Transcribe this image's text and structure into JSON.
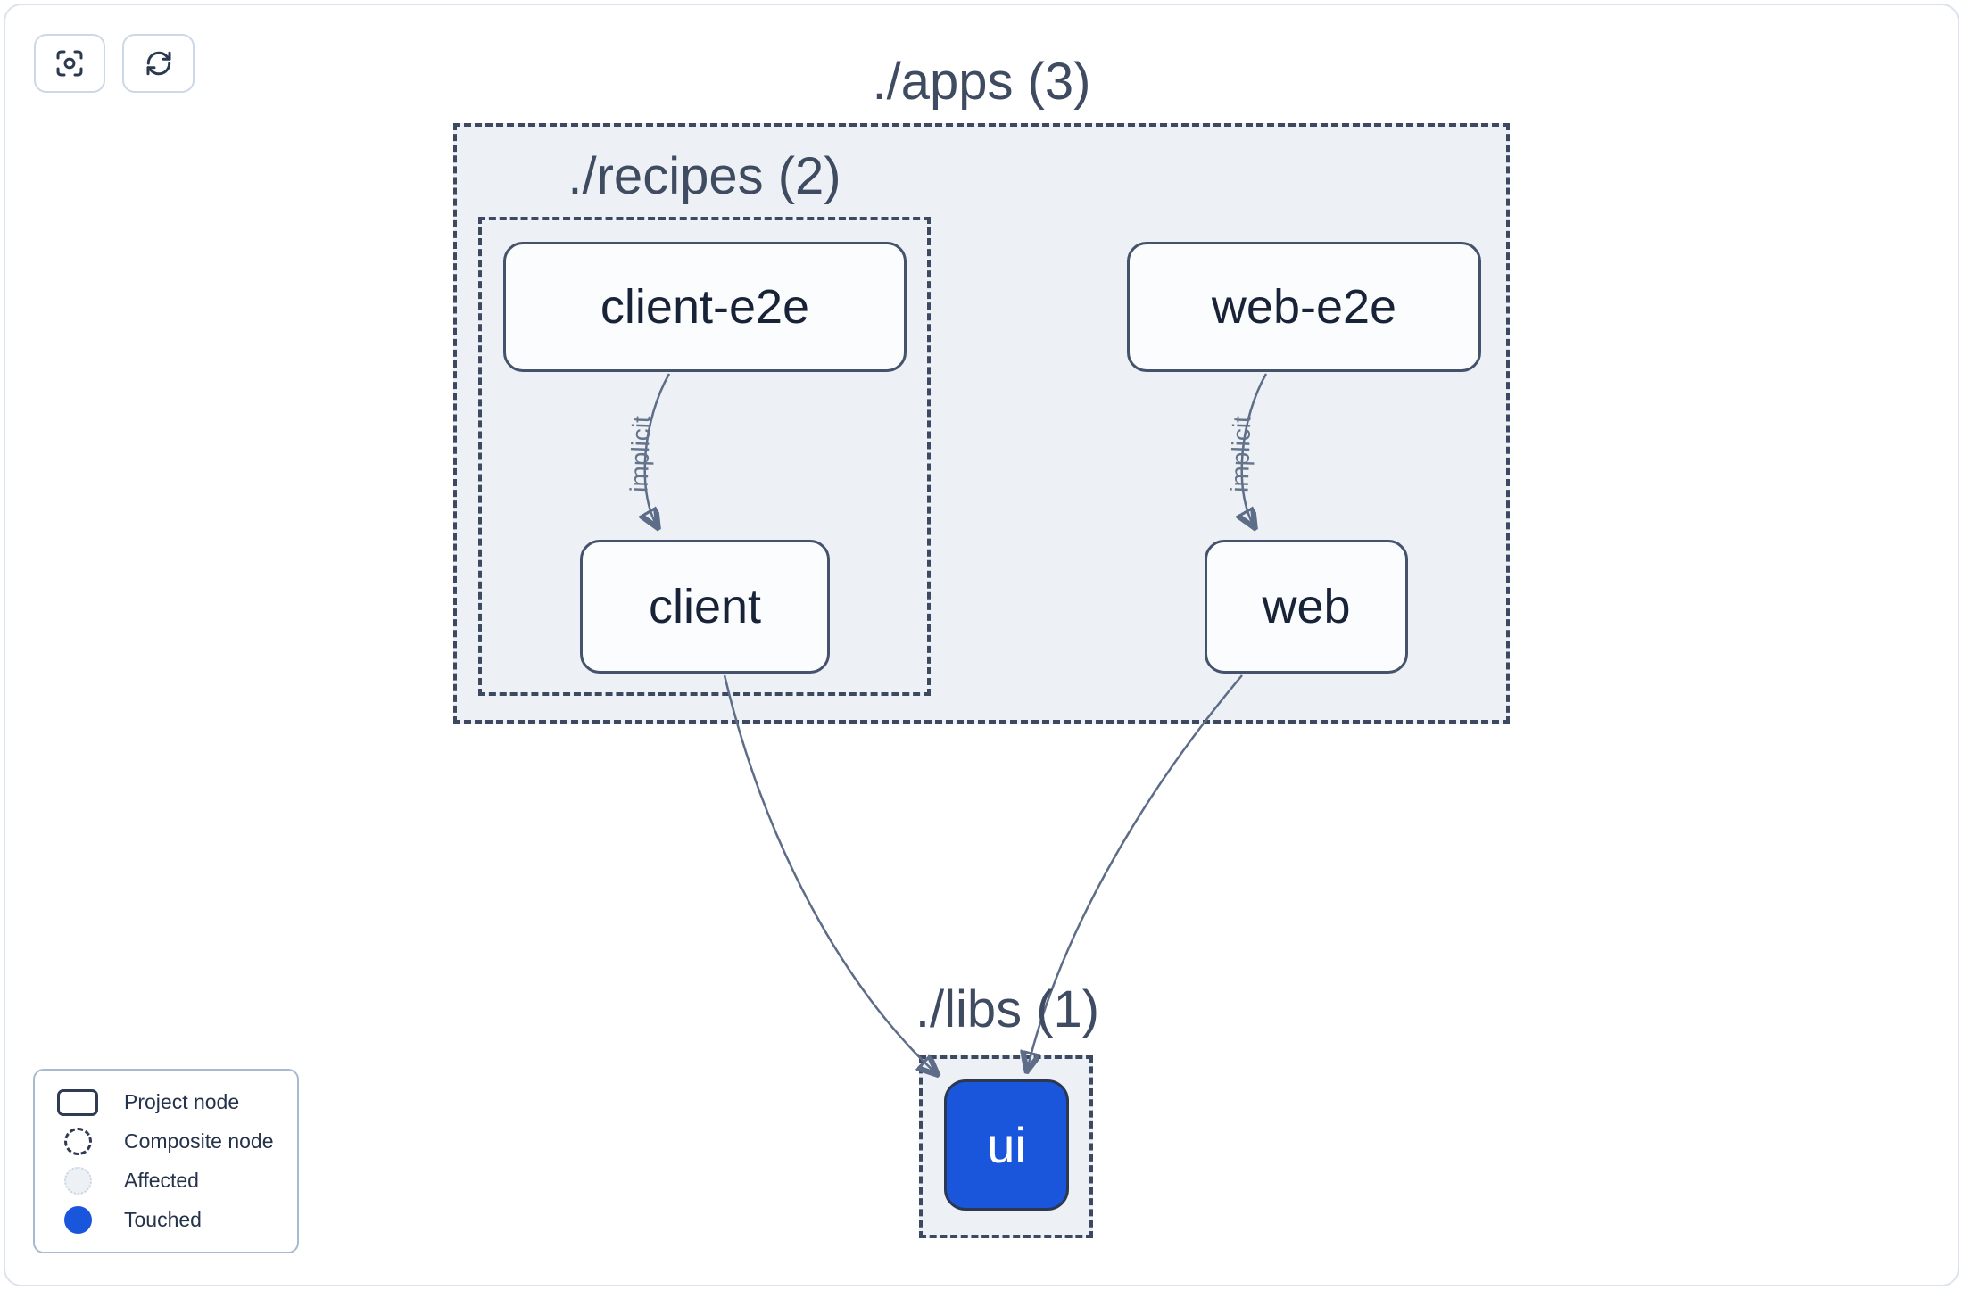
{
  "toolbar": {
    "buttons": [
      {
        "icon": "focus-icon"
      },
      {
        "icon": "refresh-icon"
      }
    ]
  },
  "graph": {
    "groups": [
      {
        "id": "apps",
        "label": "./apps (3)"
      },
      {
        "id": "recipes",
        "label": "./recipes (2)"
      },
      {
        "id": "libs",
        "label": "./libs (1)"
      }
    ],
    "nodes": [
      {
        "id": "client-e2e",
        "label": "client-e2e",
        "state": "default"
      },
      {
        "id": "web-e2e",
        "label": "web-e2e",
        "state": "default"
      },
      {
        "id": "client",
        "label": "client",
        "state": "default"
      },
      {
        "id": "web",
        "label": "web",
        "state": "default"
      },
      {
        "id": "ui",
        "label": "ui",
        "state": "touched"
      }
    ],
    "edges": [
      {
        "from": "client-e2e",
        "to": "client",
        "type": "implicit",
        "label": "implicit"
      },
      {
        "from": "web-e2e",
        "to": "web",
        "type": "implicit",
        "label": "implicit"
      },
      {
        "from": "client",
        "to": "ui",
        "type": "static",
        "label": ""
      },
      {
        "from": "web",
        "to": "ui",
        "type": "static",
        "label": ""
      }
    ]
  },
  "legend": {
    "items": [
      {
        "swatch": "project-node",
        "label": "Project node"
      },
      {
        "swatch": "composite-node",
        "label": "Composite node"
      },
      {
        "swatch": "affected",
        "label": "Affected"
      },
      {
        "swatch": "touched",
        "label": "Touched"
      }
    ]
  },
  "colors": {
    "touched_blue": "#1a56db",
    "container_fill": "#edf1f6",
    "dashed_border": "#3c4961",
    "node_border": "#44526c",
    "node_fill": "#fbfcfe",
    "edge": "#5d6d88",
    "title_text": "#3e4b61",
    "node_text": "#192338",
    "edge_label_text": "#64748b"
  }
}
